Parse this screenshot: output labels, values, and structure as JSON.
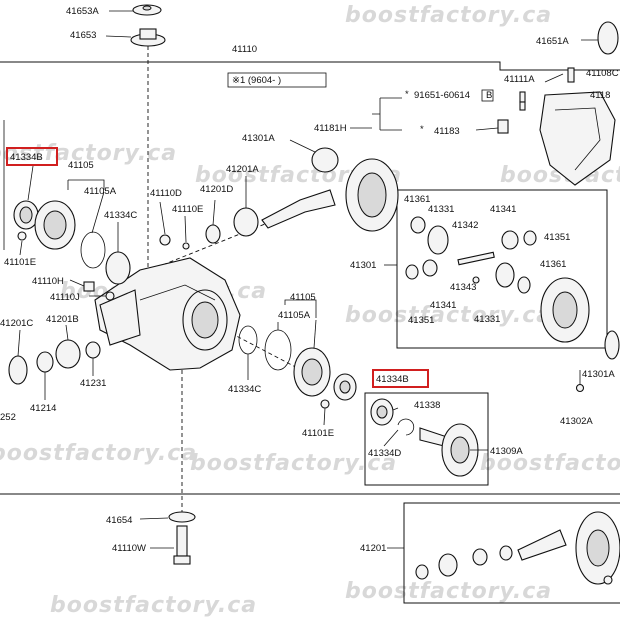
{
  "watermark": "boostfactory.ca",
  "highlight_color": "#d11f1f",
  "note": {
    "main_part": "41110",
    "condition": "※1 (9604-      )",
    "bolt": "91651-60614",
    "bolt_tag": "B"
  },
  "labels": {
    "p41653A": "41653A",
    "p41653": "41653",
    "p41651A": "41651A",
    "p41111A": "41111A",
    "p41108C": "41108C",
    "p4118x": "4118",
    "p41181H": "41181H",
    "p41183": "41183",
    "p41301A": "41301A",
    "p41334B_left": "41334B",
    "p41105_left": "41105",
    "p41201A": "41201A",
    "p41105A_left": "41105A",
    "p41201D": "41201D",
    "p41110D": "41110D",
    "p41334C_left": "41334C",
    "p41110E": "41110E",
    "p41101E_left": "41101E",
    "p41110H": "41110H",
    "p41110J": "41110J",
    "p41201C": "41201C",
    "p41201B": "41201B",
    "p41105_right": "41105",
    "p41105A_right": "41105A",
    "p41301": "41301",
    "p41361_top": "41361",
    "p41331_top": "41331",
    "p41342": "41342",
    "p41341_top": "41341",
    "p41351_right": "41351",
    "p41361_right": "41361",
    "p41343": "41343",
    "p41341_bottom": "41341",
    "p41351_bottom": "41351",
    "p41331_bottom": "41331",
    "p41301A_right": "41301A",
    "p41302A": "41302A",
    "p41231": "41231",
    "p41214": "41214",
    "p252": "252",
    "p41334C_right": "41334C",
    "p41334B_right": "41334B",
    "p41101E_right": "41101E",
    "p41338": "41338",
    "p41334D": "41334D",
    "p41309A": "41309A",
    "p41654": "41654",
    "p41110W": "41110W",
    "p41201": "41201"
  }
}
